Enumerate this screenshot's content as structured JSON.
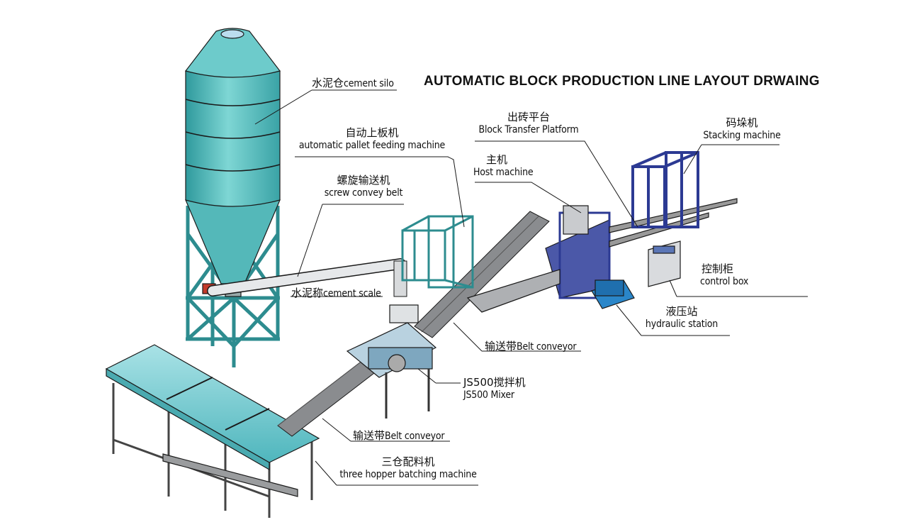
{
  "title": "AUTOMATIC BLOCK PRODUCTION LINE LAYOUT DRWAING",
  "labels": {
    "cement_silo": {
      "zh": "水泥仓",
      "en": "cement silo"
    },
    "pallet_feeder": {
      "zh": "自动上板机",
      "en": "automatic pallet feeding machine"
    },
    "screw_conveyor": {
      "zh": "螺旋输送机",
      "en": "screw convey belt"
    },
    "cement_scale": {
      "zh": "水泥称",
      "en": "cement scale"
    },
    "transfer_platform": {
      "zh": "出砖平台",
      "en": "Block Transfer Platform"
    },
    "host_machine": {
      "zh": "主机",
      "en": "Host machine"
    },
    "stacking_machine": {
      "zh": "码垛机",
      "en": "Stacking machine"
    },
    "control_box": {
      "zh": "控制柜",
      "en": "control box"
    },
    "hydraulic_station": {
      "zh": "液压站",
      "en": "hydraulic station"
    },
    "belt_conveyor_upper": {
      "zh": "输送带",
      "en": "Belt conveyor"
    },
    "mixer": {
      "zh": "JS500搅拌机",
      "en": "JS500 Mixer"
    },
    "belt_conveyor_lower": {
      "zh": "输送带",
      "en": "Belt conveyor"
    },
    "batching_machine": {
      "zh": "三仓配料机",
      "en": "three hopper batching machine"
    }
  },
  "colors": {
    "silo": "#5fc4c4",
    "silo_dark": "#2d8c8f",
    "frame_blue": "#2c3a93",
    "hopper": "#74cbd0",
    "belt_gray": "#8a8c8f",
    "line": "#1a1a1a"
  }
}
